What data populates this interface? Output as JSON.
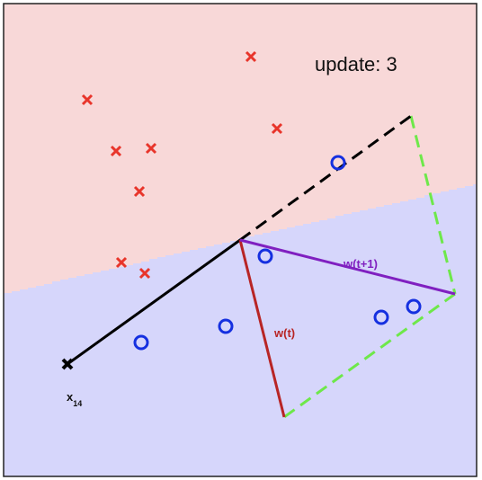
{
  "update_text": "update: 3",
  "vectors": {
    "w_t_label": "w(t)",
    "w_t1_label": "w(t+1)"
  },
  "point_label": {
    "base": "x",
    "subscript": "14"
  },
  "colors": {
    "region_x": "#f8d8d8",
    "region_o": "#d6d6fb",
    "x_marker": "#e8352b",
    "o_marker": "#1530e0",
    "w_t": "#b82525",
    "w_t1": "#8020c0",
    "construction": "#6ee84a",
    "boundary": "#000000",
    "highlighted_point": "#000000"
  },
  "classes": [
    {
      "name": "x",
      "marker": "x-icon"
    },
    {
      "name": "o",
      "marker": "circle-icon"
    }
  ]
}
